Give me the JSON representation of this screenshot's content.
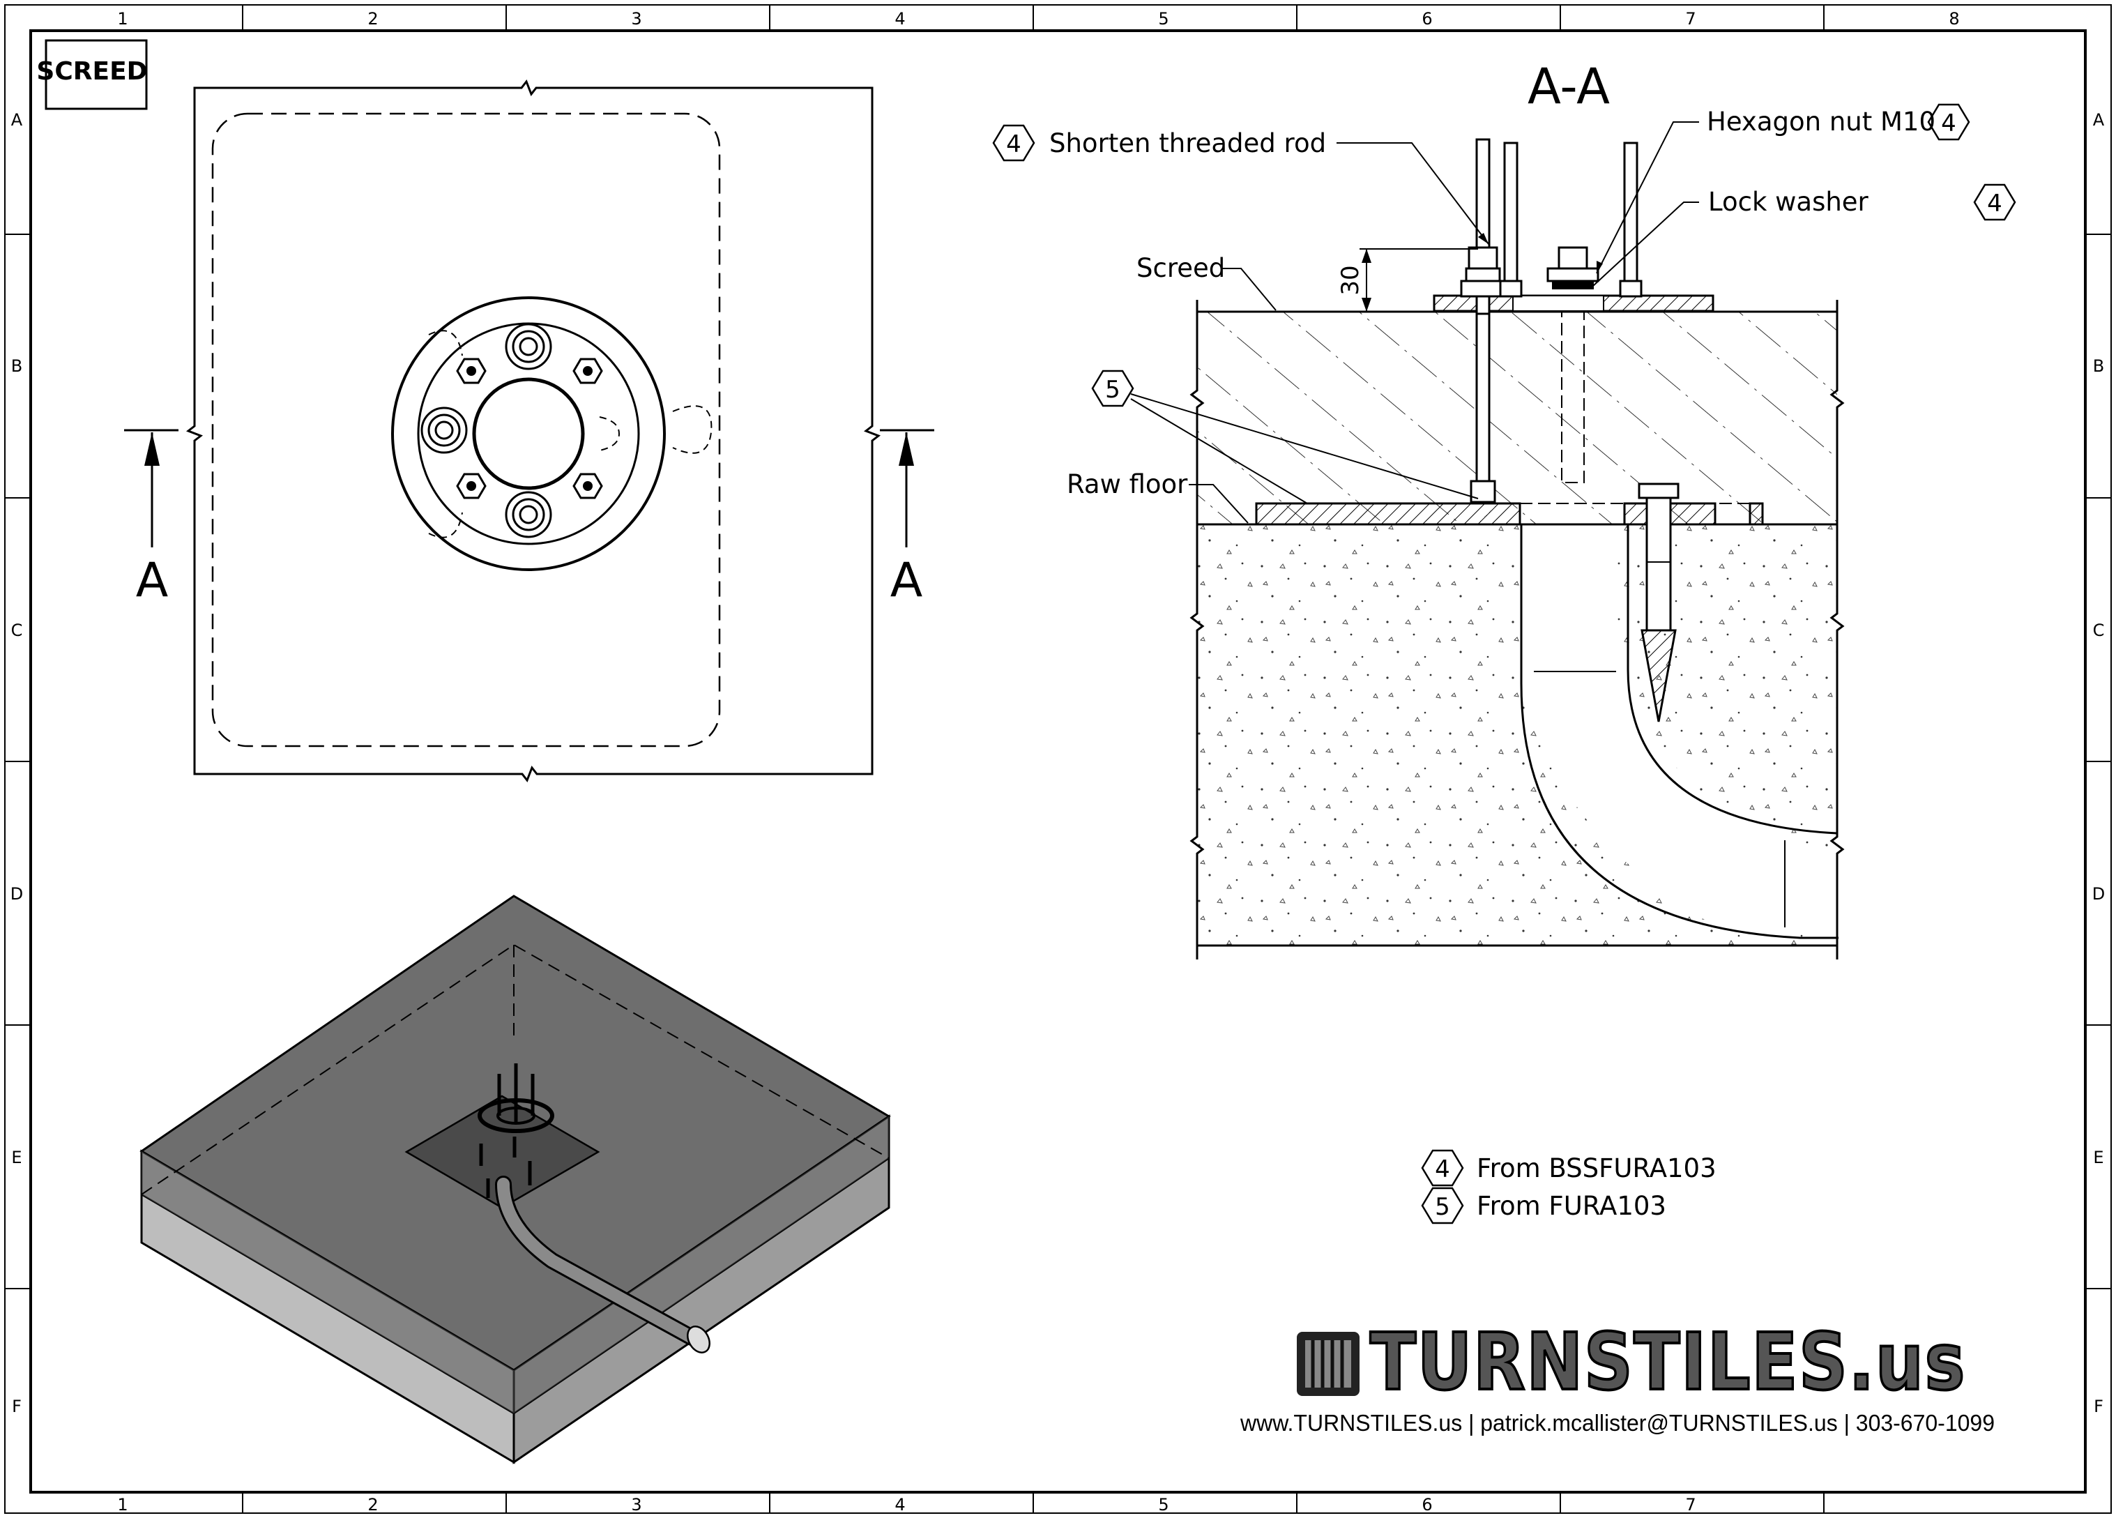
{
  "sheet": {
    "col_labels": [
      "1",
      "2",
      "3",
      "4",
      "5",
      "6",
      "7",
      "8"
    ],
    "row_labels": [
      "A",
      "B",
      "C",
      "D",
      "E",
      "F"
    ]
  },
  "title_box": "SCREED",
  "plan_view": {
    "section_marker_left": "A",
    "section_marker_right": "A"
  },
  "section_view": {
    "title": "A-A",
    "dimension": "30",
    "callouts": {
      "shorten_rod_num": "4",
      "shorten_rod": "Shorten threaded rod",
      "hex_nut": "Hexagon nut M10",
      "hex_nut_num": "4",
      "lock_washer": "Lock washer",
      "lock_washer_num": "4",
      "screed": "Screed",
      "raw_floor": "Raw floor",
      "item5_num": "5"
    }
  },
  "legend": [
    {
      "num": "4",
      "text": "From BSSFURA103"
    },
    {
      "num": "5",
      "text": "From FURA103"
    }
  ],
  "brand": {
    "name": "TURNSTILES.us",
    "contact": "www.TURNSTILES.us | patrick.mcallister@TURNSTILES.us | 303-670-1099"
  }
}
